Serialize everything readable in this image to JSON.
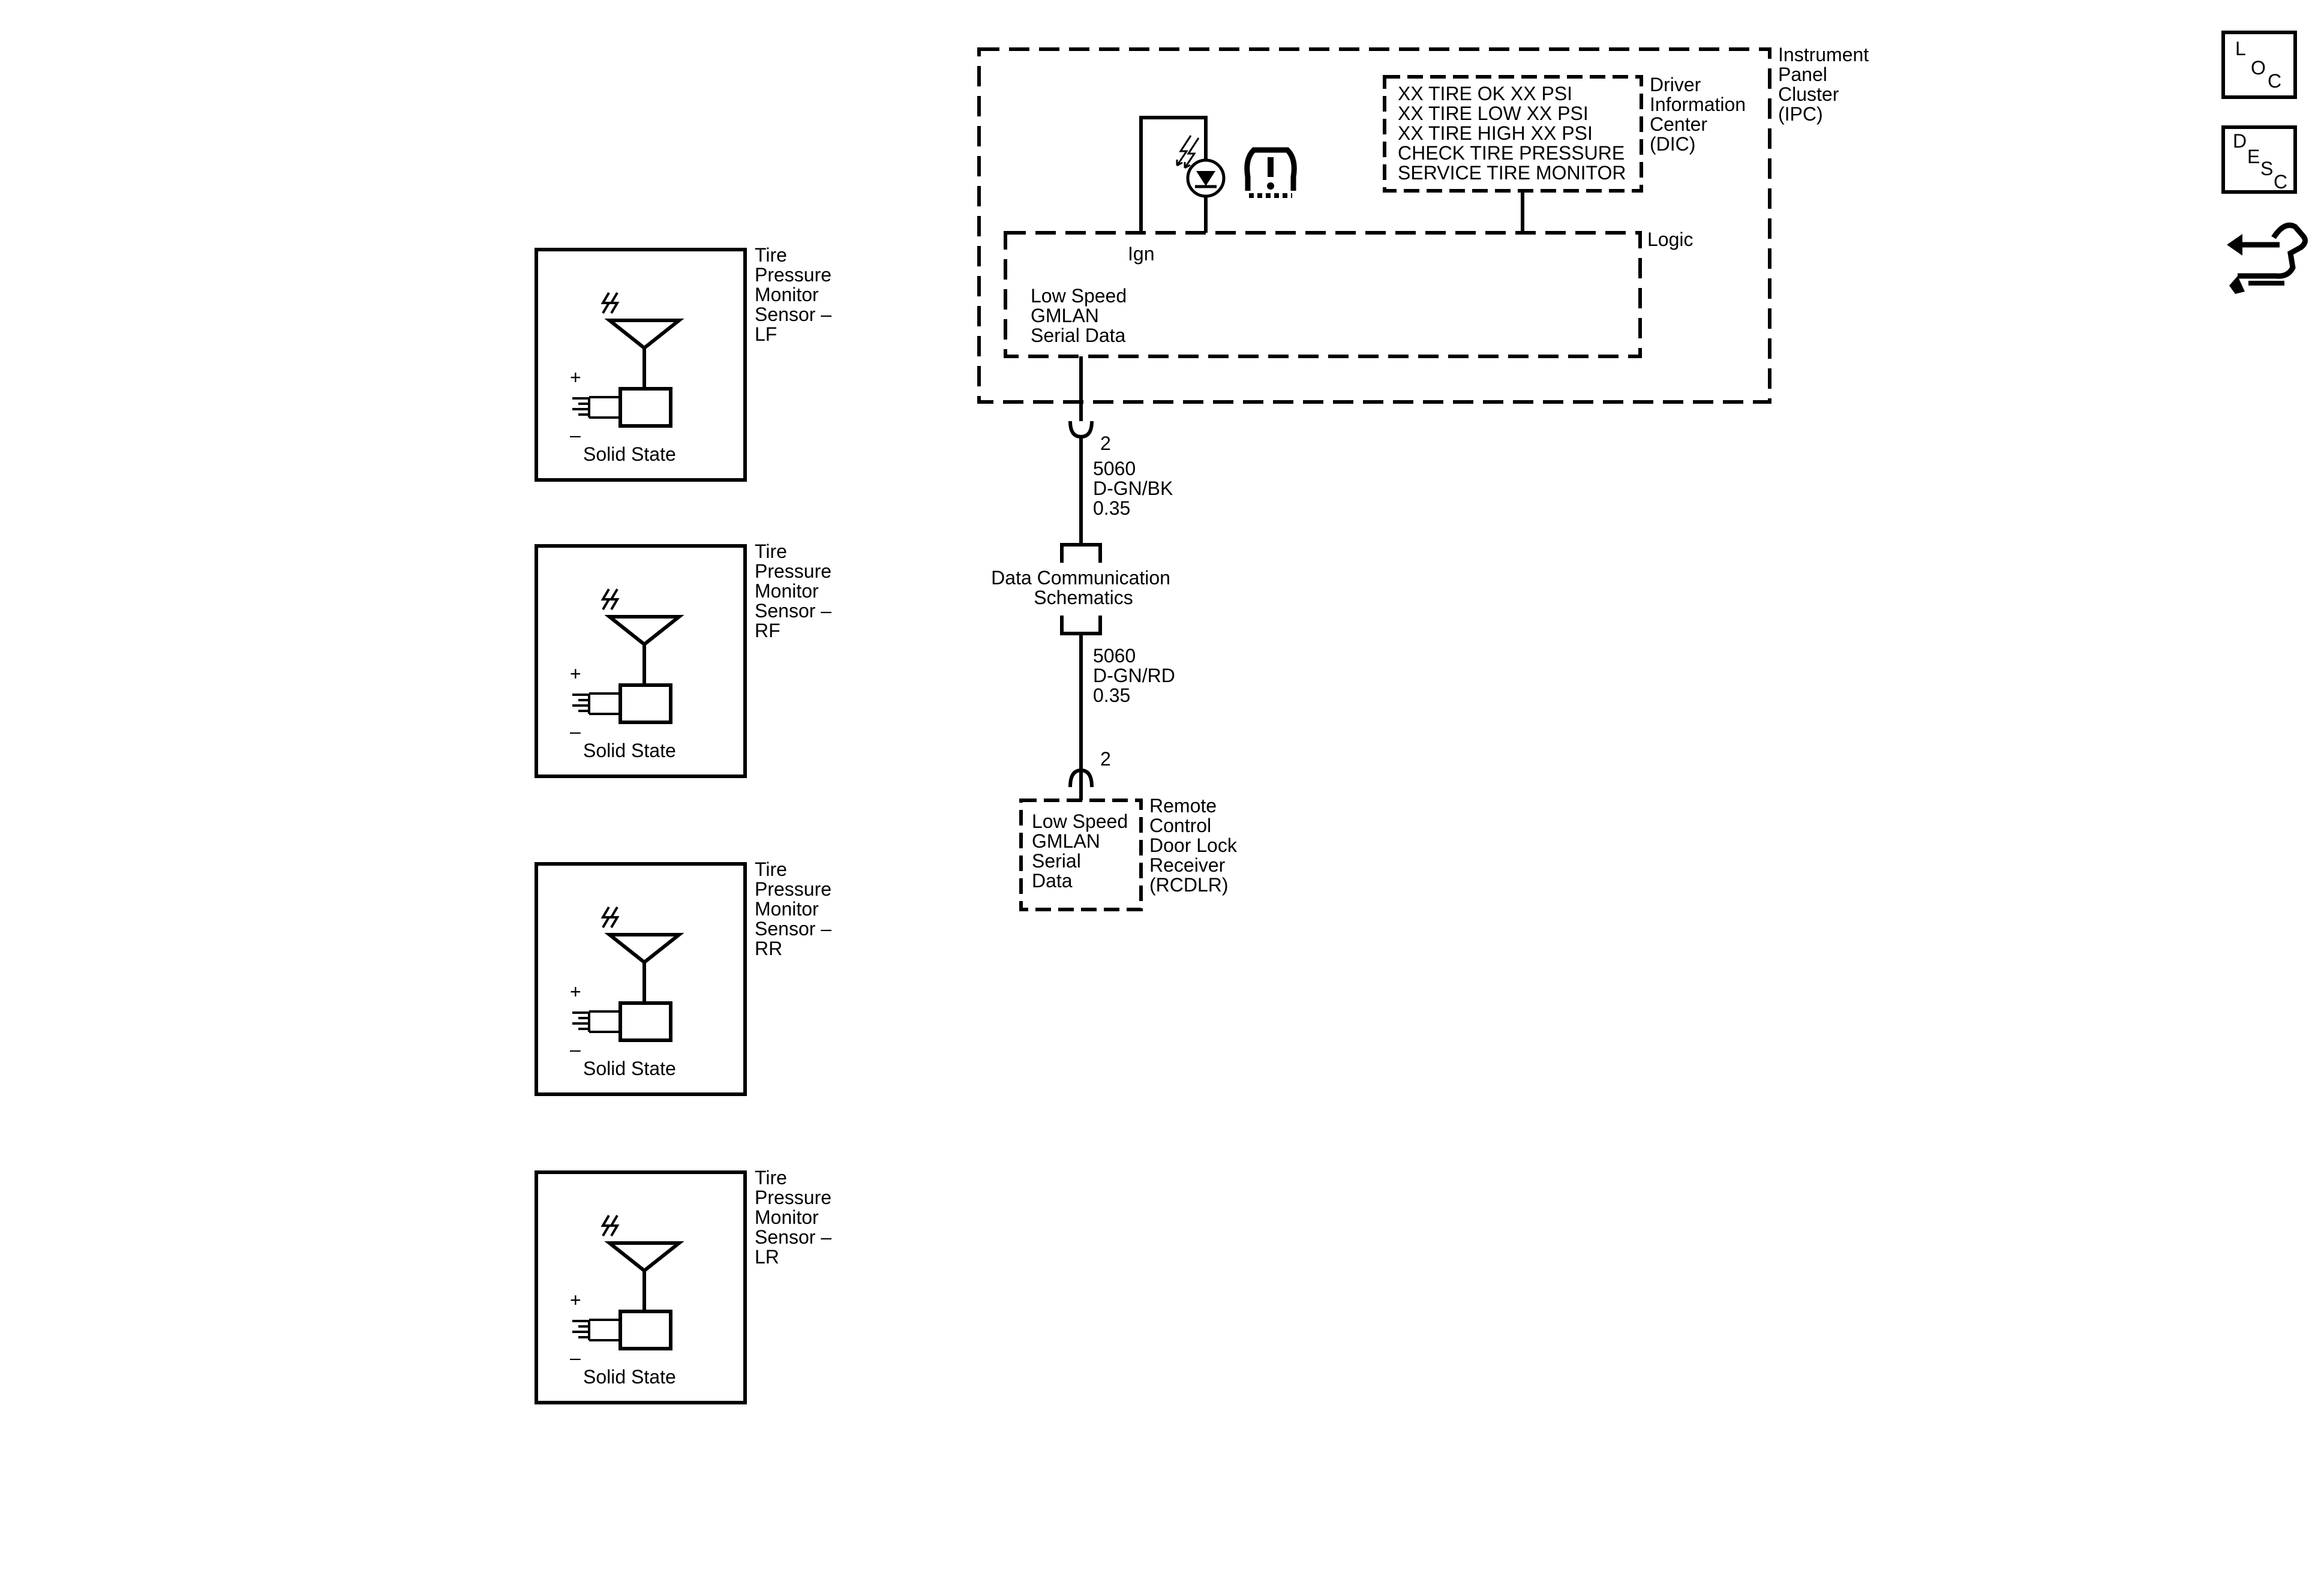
{
  "ipc": {
    "name_lines": [
      "Instrument",
      "Panel",
      "Cluster",
      "(IPC)"
    ],
    "ign_label": "Ign",
    "logic_label": "Logic",
    "serial_lines": [
      "Low Speed",
      "GMLAN",
      "Serial Data"
    ]
  },
  "dic": {
    "name_lines": [
      "Driver",
      "Information",
      "Center",
      "(DIC)"
    ],
    "messages": [
      "XX TIRE OK XX PSI",
      "XX TIRE LOW XX PSI",
      "XX TIRE HIGH XX PSI",
      "CHECK TIRE PRESSURE",
      "SERVICE TIRE MONITOR"
    ]
  },
  "wires": [
    {
      "pin": "2",
      "circuit": "5060",
      "color": "D-GN/BK",
      "size": "0.35"
    },
    {
      "pin": "2",
      "circuit": "5060",
      "color": "D-GN/RD",
      "size": "0.35"
    }
  ],
  "data_comm": {
    "lines": [
      "Data Communication",
      "Schematics"
    ]
  },
  "rcdlr": {
    "serial_lines": [
      "Low Speed",
      "GMLAN",
      "Serial",
      "Data"
    ],
    "name_lines": [
      "Remote",
      "Control",
      "Door Lock",
      "Receiver",
      "(RCDLR)"
    ]
  },
  "sensors": [
    {
      "name_lines": [
        "Tire",
        "Pressure",
        "Monitor",
        "Sensor –",
        "LF"
      ],
      "state": "Solid State",
      "plus": "+",
      "minus": "–"
    },
    {
      "name_lines": [
        "Tire",
        "Pressure",
        "Monitor",
        "Sensor –",
        "RF"
      ],
      "state": "Solid State",
      "plus": "+",
      "minus": "–"
    },
    {
      "name_lines": [
        "Tire",
        "Pressure",
        "Monitor",
        "Sensor –",
        "RR"
      ],
      "state": "Solid State",
      "plus": "+",
      "minus": "–"
    },
    {
      "name_lines": [
        "Tire",
        "Pressure",
        "Monitor",
        "Sensor –",
        "LR"
      ],
      "state": "Solid State",
      "plus": "+",
      "minus": "–"
    }
  ],
  "nav": {
    "loc": {
      "l1": "L",
      "l2": "O",
      "l3": "C"
    },
    "desc": {
      "l1": "D",
      "l2": "E",
      "l3": "S",
      "l4": "C"
    }
  },
  "icons": [
    "tpms-warning-icon",
    "led-indicator-icon",
    "antenna-icon",
    "battery-icon",
    "loc-icon",
    "desc-icon",
    "wrench-arrow-icon"
  ]
}
